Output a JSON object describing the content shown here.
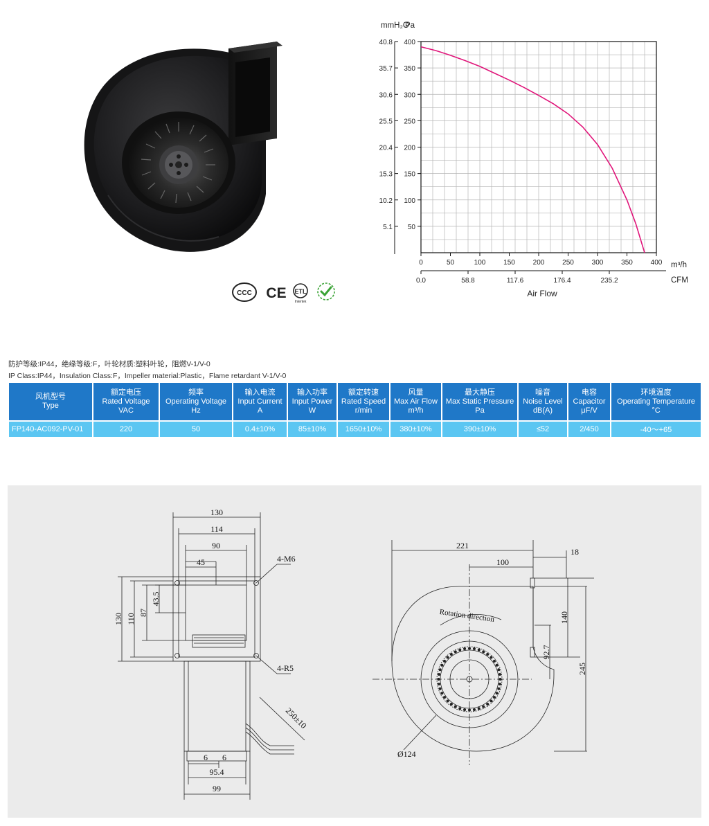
{
  "product": {
    "image_alt": "FP140-AC092-PV-01 centrifugal blower",
    "certifications": [
      {
        "name": "ccc-mark",
        "text": "CCC"
      },
      {
        "name": "ce-mark",
        "text": "CE"
      },
      {
        "name": "etl-mark",
        "text": "ETL",
        "sub": "Intertek"
      },
      {
        "name": "green-check-mark",
        "text": ""
      }
    ]
  },
  "chart_data": {
    "type": "line",
    "title": "",
    "xlabel": "Air Flow",
    "ylabel_left": "mmH₂O",
    "ylabel_right": "Pa",
    "x_unit_primary": "m³/h",
    "x_unit_secondary": "CFM",
    "x_ticks_m3h": [
      "0",
      "50",
      "100",
      "150",
      "200",
      "250",
      "300",
      "350",
      "400"
    ],
    "x_ticks_cfm": [
      "0.0",
      "58.8",
      "117.6",
      "176.4",
      "235.2"
    ],
    "y_ticks_pa": [
      "50",
      "100",
      "150",
      "200",
      "250",
      "300",
      "350",
      "400"
    ],
    "y_ticks_mmh2o": [
      "5.1",
      "10.2",
      "15.3",
      "20.4",
      "25.5",
      "30.6",
      "35.7",
      "40.8"
    ],
    "xlim": [
      0,
      400
    ],
    "ylim": [
      0,
      400
    ],
    "grid": true,
    "series": [
      {
        "color": "#e0157a",
        "x": [
          0,
          25,
          50,
          75,
          100,
          125,
          150,
          175,
          200,
          225,
          250,
          275,
          300,
          325,
          350,
          365,
          380
        ],
        "y": [
          390,
          383,
          374,
          364,
          353,
          340,
          327,
          313,
          298,
          282,
          263,
          238,
          205,
          160,
          100,
          55,
          0
        ]
      }
    ]
  },
  "spec": {
    "protection_cn": "防护等级:IP44，绝缘等级:F，叶轮材质:塑料叶轮，阻燃V-1/V-0",
    "protection_en": "IP Class:IP44，Insulation Class:F，Impeller material:Plastic，Flame retardant V-1/V-0",
    "headers": [
      {
        "cn": "风机型号",
        "en": "Type",
        "unit": ""
      },
      {
        "cn": "额定电压",
        "en": "Rated Voltage",
        "unit": "VAC"
      },
      {
        "cn": "频率",
        "en": "Operating Voltage",
        "unit": "Hz"
      },
      {
        "cn": "输入电流",
        "en": "Input Current",
        "unit": "A"
      },
      {
        "cn": "输入功率",
        "en": "Input Power",
        "unit": "W"
      },
      {
        "cn": "额定转速",
        "en": "Rated Speed",
        "unit": "r/min"
      },
      {
        "cn": "风量",
        "en": "Max Air Flow",
        "unit": "m³/h"
      },
      {
        "cn": "最大静压",
        "en": "Max Static Pressure",
        "unit": "Pa"
      },
      {
        "cn": "噪音",
        "en": "Noise Level",
        "unit": "dB(A)"
      },
      {
        "cn": "电容",
        "en": "Capacitor",
        "unit": "μF/V"
      },
      {
        "cn": "环境温度",
        "en": "Operating Temperature",
        "unit": "°C"
      }
    ],
    "row": [
      "FP140-AC092-PV-01",
      "220",
      "50",
      "0.4±10%",
      "85±10%",
      "1650±10%",
      "380±10%",
      "390±10%",
      "≤52",
      "2/450",
      "-40～+65"
    ]
  },
  "drawing": {
    "side": {
      "dim_130_w": "130",
      "dim_114": "114",
      "dim_90": "90",
      "dim_45": "45",
      "dim_130_h": "130",
      "dim_110": "110",
      "dim_87": "87",
      "dim_43_5": "43.5",
      "holes": "4-M6",
      "radius": "4-R5",
      "cable": "250±10",
      "dim_6a": "6",
      "dim_6b": "6",
      "dim_95_4": "95.4",
      "dim_99": "99"
    },
    "front": {
      "dim_221": "221",
      "dim_100": "100",
      "dim_18": "18",
      "dim_140": "140",
      "dim_92_7": "92.7",
      "dim_245": "245",
      "dia_124": "Ø124",
      "rotation": "Rotation direction"
    }
  }
}
